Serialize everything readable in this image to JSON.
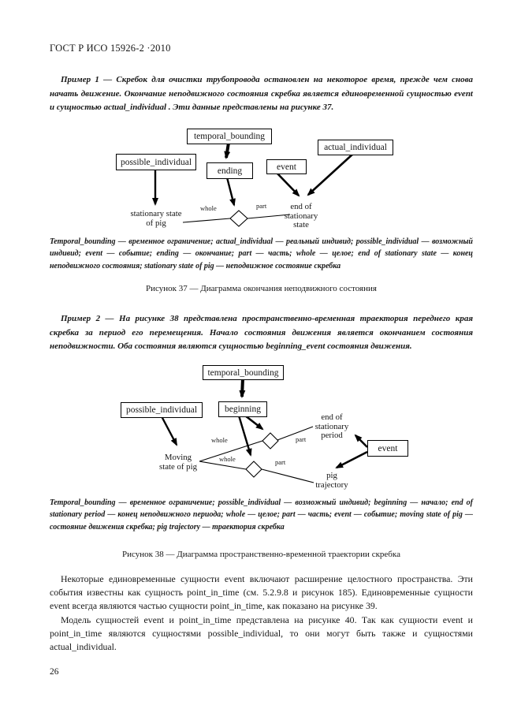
{
  "colors": {
    "ink": "#161616",
    "paper": "#ffffff"
  },
  "header": {
    "title": "ГОСТ Р ИСО 15926-2 ·2010"
  },
  "example1": {
    "text": "Пример 1 — Скребок для очистки трубопровода остановлен на некоторое время, прежде чем снова начать движение. Окончание неподвижного состояния скребка является единовременной сущностью event и сущностью actual_individual . Эти данные представлены на рисунке 37."
  },
  "figure37": {
    "boxes": {
      "temporal_bounding": "temporal_bounding",
      "possible_individual": "possible_individual",
      "ending": "ending",
      "event": "event",
      "actual_individual": "actual_individual"
    },
    "nodes": {
      "stationary_state_of_pig": [
        "stationary state",
        "of pig"
      ],
      "end_of_stationary_state": [
        "end of",
        "stationary",
        "state"
      ]
    },
    "relations": {
      "whole": "whole",
      "part": "part"
    },
    "legend": "Temporal_bounding — временное ограничение; actual_individual — реальный индивид; possible_individual — возможный индивид; event — событие; ending — окончание; part — часть; whole — целое; end of stationary state — конец неподвижного состояния; stationary state of pig — неподвижное состояние скребка",
    "caption": "Рисунок 37 — Диаграмма окончания неподвижного состояния"
  },
  "example2": {
    "text": "Пример 2 — На рисунке 38 представлена пространственно-временная траектория переднего края скребка за период его перемещения. Начало состояния движения является окончанием состояния неподвижности. Оба состояния являются сущностью beginning_event состояния движения."
  },
  "figure38": {
    "boxes": {
      "temporal_bounding": "temporal_bounding",
      "possible_individual": "possible_individual",
      "beginning": "beginning",
      "event": "event"
    },
    "nodes": {
      "moving_state_of_pig": [
        "Moving",
        "state of pig"
      ],
      "end_of_stationary_period": [
        "end of",
        "stationary",
        "period"
      ],
      "pig_trajectory": [
        "pig",
        "trajectory"
      ]
    },
    "relations": {
      "whole_upper": "whole",
      "whole_lower": "whole",
      "part_upper": "part",
      "part_lower": "part"
    },
    "legend": "Temporal_bounding — временное ограничение; possible_individual — возможный индивид; beginning — начало; end of stationary period — конец неподвижного периода; whole — целое; part — часть; event — событие; moving state of pig — состояние движения скребка; pig trajectory — траектория скребка",
    "caption": "Рисунок 38 — Диаграмма пространственно-временной траектории скребка"
  },
  "body": {
    "paragraph1": "Некоторые единовременные сущности event включают расширение целостного пространства. Эти события известны как сущность point_in_time (см. 5.2.9.8 и рисунок 185). Единовременные сущности event всегда являются частью сущности point_in_time, как показано на рисунке 39.",
    "paragraph2": "Модель сущностей event и point_in_time представлена на рисунке 40. Так как сущности event и point_in_time являются сущностями possible_individual, то они могут быть также и сущностями actual_individual."
  },
  "footer": {
    "page_number": "26"
  }
}
